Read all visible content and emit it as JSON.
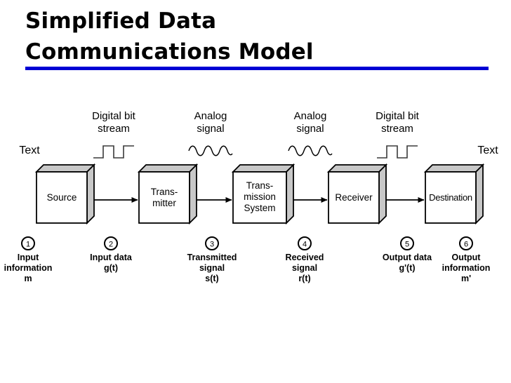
{
  "slide": {
    "title_lines": [
      "Simplified Data",
      "Communications Model"
    ],
    "rule_color": "#0000d4",
    "background": "#ffffff"
  },
  "diagram": {
    "type": "block-flow",
    "side_labels": [
      {
        "name": "text-left",
        "label": "Text"
      },
      {
        "name": "text-right",
        "label": "Text"
      }
    ],
    "signal_labels": [
      {
        "name": "digital-bit-stream-left",
        "line1": "Digital bit",
        "line2": "stream",
        "waveform": "square-wave-icon"
      },
      {
        "name": "analog-signal-left",
        "line1": "Analog",
        "line2": "signal",
        "waveform": "sine-wave-icon"
      },
      {
        "name": "analog-signal-right",
        "line1": "Analog",
        "line2": "signal",
        "waveform": "sine-wave-icon"
      },
      {
        "name": "digital-bit-stream-right",
        "line1": "Digital bit",
        "line2": "stream",
        "waveform": "square-wave-icon"
      }
    ],
    "boxes": [
      {
        "name": "source",
        "label": "Source"
      },
      {
        "name": "transmitter",
        "label": "Trans-\nmitter"
      },
      {
        "name": "transmission-system",
        "label": "Trans-\nmission\nSystem"
      },
      {
        "name": "receiver",
        "label": "Receiver"
      },
      {
        "name": "destination",
        "label": "Destination"
      }
    ],
    "box_style": {
      "face_fill": "#ffffff",
      "top_fill": "#c8c8c8",
      "side_fill": "#c8c8c8",
      "stroke": "#000000"
    },
    "arrows": [
      {
        "name": "arrow-source-to-transmitter"
      },
      {
        "name": "arrow-transmitter-to-transmission-system"
      },
      {
        "name": "arrow-transmission-system-to-receiver"
      },
      {
        "name": "arrow-receiver-to-destination"
      }
    ],
    "numbered_captions": [
      {
        "name": "caption-1",
        "number": "1",
        "lines": "Input\ninformation\nm"
      },
      {
        "name": "caption-2",
        "number": "2",
        "lines": "Input data\ng(t)"
      },
      {
        "name": "caption-3",
        "number": "3",
        "lines": "Transmitted\nsignal\ns(t)"
      },
      {
        "name": "caption-4",
        "number": "4",
        "lines": "Received\nsignal\nr(t)"
      },
      {
        "name": "caption-5",
        "number": "5",
        "lines": "Output data\ng'(t)"
      },
      {
        "name": "caption-6",
        "number": "6",
        "lines": "Output\ninformation\nm'"
      }
    ]
  }
}
